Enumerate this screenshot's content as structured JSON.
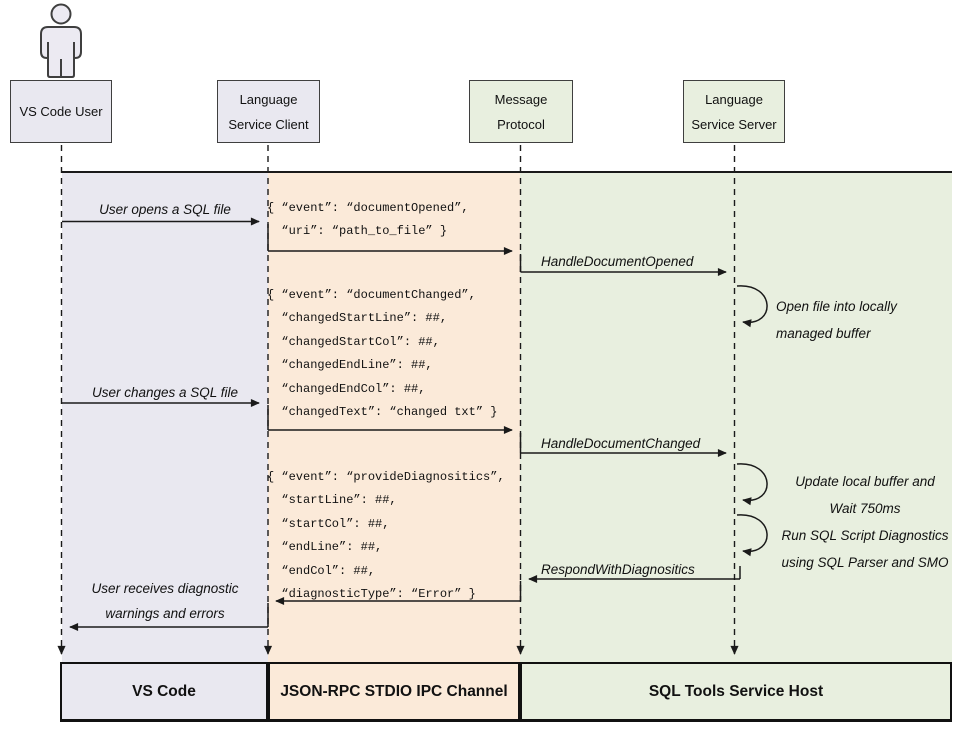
{
  "colors": {
    "lane_vscode": "#e9e8f0",
    "lane_channel": "#fbead9",
    "lane_host": "#e8efdf",
    "box_border": "#3f3f3f",
    "line_color": "#1a1a1a"
  },
  "actors": {
    "user": {
      "label": "VS Code User"
    },
    "client": {
      "line1": "Language",
      "line2": "Service Client"
    },
    "protocol": {
      "line1": "Message",
      "line2": "Protocol"
    },
    "server": {
      "line1": "Language",
      "line2": "Service Server"
    }
  },
  "labels": {
    "user_opens": "User opens a SQL file",
    "user_changes": "User changes a SQL file",
    "user_receives_line1": "User receives diagnostic",
    "user_receives_line2": "warnings and errors",
    "handle_document_opened": "HandleDocumentOpened",
    "handle_document_changed": "HandleDocumentChanged",
    "respond_with_diagnostics": "RespondWithDiagnositics",
    "open_file_line1": "Open file into locally",
    "open_file_line2": "managed buffer",
    "update_buffer_line1": "Update local buffer and",
    "update_buffer_line2": "Wait 750ms",
    "run_diagnostics_line1": "Run SQL Script Diagnostics",
    "run_diagnostics_line2": "using SQL Parser and SMO"
  },
  "json_messages": {
    "document_opened": [
      "{ “event”: “documentOpened”,",
      "  “uri”: “path_to_file” }"
    ],
    "document_changed": [
      "{ “event”: “documentChanged”,",
      "  “changedStartLine”: ##,",
      "  “changedStartCol”: ##,",
      "  “changedEndLine”: ##,",
      "  “changedEndCol”: ##,",
      "  “changedText”: “changed txt” }"
    ],
    "provide_diagnostics": [
      "{ “event”: “provideDiagnositics”,",
      "  “startLine”: ##,",
      "  “startCol”: ##,",
      "  “endLine”: ##,",
      "  “endCol”: ##,",
      "  “diagnosticType”: “Error” }"
    ]
  },
  "footer": {
    "vscode": "VS Code",
    "ipc_channel": "JSON-RPC STDIO IPC Channel",
    "service_host": "SQL Tools Service Host"
  }
}
